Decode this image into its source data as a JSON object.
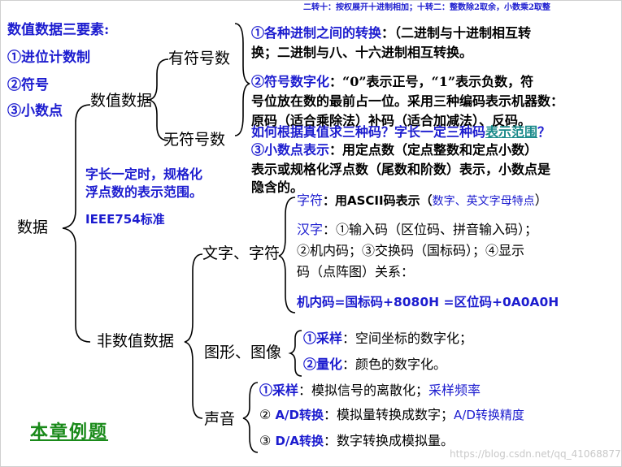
{
  "top_note": "二转十：按权展开十进制相加；十转二：整数除2取余，小数乘2取整",
  "sidebar": {
    "title": "数值数据三要素:",
    "items": [
      "①进位计数制",
      "②符号",
      "③小数点"
    ]
  },
  "tree": {
    "root": "数据",
    "numeric": "数值数据",
    "signed": "有符号数",
    "unsigned": "无符号数",
    "nonnumeric": "非数值数据",
    "text_char": "文字、字符",
    "graphics": "图形、图像",
    "sound": "声音"
  },
  "notes": {
    "float_range": [
      "字长一定时，规格化",
      "浮点数的表示范围。"
    ],
    "ieee": "IEEE754标准"
  },
  "right": {
    "conv_head": "①各种进制之间的转换",
    "conv_tail": "：（二进制与十进制相互转",
    "conv_line2": "换；二进制与八、十六进制相互转换。",
    "sign_head": "②符号数字化",
    "sign_tail": "：“0”表示正号，“1”表示负数，符",
    "sign_line2": "号位放在数的最前占一位。采用三种编码表示机器数：",
    "sign_line3": "原码（适合乘除法）补码（适合加减法）、反码。",
    "question_a": "如何根据真值求三种码？字长一定三种码",
    "question_link": "表示范围",
    "question_end": "？",
    "point_head": "③小数点表示",
    "point_tail": "：用定点数（定点整数和定点小数）",
    "point_line2": "表示或规格化浮点数（尾数和阶数）表示，小数点是",
    "point_line3": "隐含的。"
  },
  "text_section": {
    "char_head": "字符",
    "char_mid": "：用ASCII码表示（",
    "char_blue": "数字、英文字母特点",
    "char_end": "）",
    "hanzi_head": "汉字",
    "hanzi_tail": "：①输入码（区位码、拼音输入码）；",
    "hanzi_line2": "②机内码；③交换码（国标码）；④显示",
    "hanzi_line3": "码（点阵图）关系：",
    "formula": "机内码=国标码+8080H =区位码+0A0A0H"
  },
  "graphics_section": {
    "sample_head": "①采样",
    "sample_tail": "：空间坐标的数字化；",
    "quant_head": "②量化",
    "quant_tail": "：颜色的数字化。"
  },
  "sound_section": {
    "s1_head": "①采样",
    "s1_mid": "：模拟信号的离散化；",
    "s1_blue": "采样频率",
    "s2_num": "② ",
    "s2_head": "A/D转换",
    "s2_mid": "：模拟量转换成数字；",
    "s2_blue": "A/D转换精度",
    "s3_num": "③ ",
    "s3_head": "D/A转换",
    "s3_tail": "：数字转换成模拟量。"
  },
  "chapter_seal": "本章例题",
  "watermark": "https://blog.csdn.net/qq_41068877",
  "colors": {
    "blue": "#1c1ccf",
    "green": "#1a8a1a",
    "teal": "#1a8a8a"
  }
}
